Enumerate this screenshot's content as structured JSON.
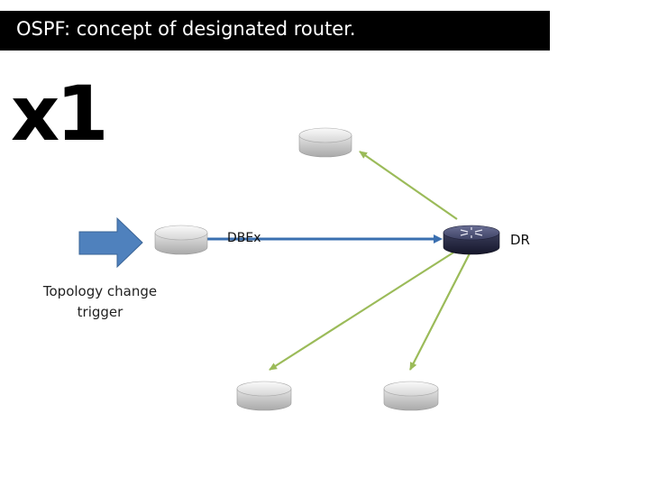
{
  "title": "OSPF: concept of designated router.",
  "multiplier": "x1",
  "trigger_caption": "Topology change trigger",
  "link_label": "DBEx",
  "dr_label": "DR",
  "colors": {
    "title_bar": "#000000",
    "trigger_arrow": "#4f81bd",
    "dbex_link": "#3a6fb0",
    "flood_arrows": "#9bbb59",
    "router": "#c8c8c8",
    "designated_router": "#2d2f4a"
  },
  "nodes": [
    {
      "id": "router-top",
      "role": "router"
    },
    {
      "id": "router-left",
      "role": "router"
    },
    {
      "id": "router-dr",
      "role": "designated-router"
    },
    {
      "id": "router-bottom-left",
      "role": "router"
    },
    {
      "id": "router-bottom-right",
      "role": "router"
    }
  ],
  "edges": [
    {
      "from": "router-left",
      "to": "router-dr",
      "label": "DBEx",
      "type": "database-exchange"
    },
    {
      "from": "router-dr",
      "to": "router-top",
      "type": "flood"
    },
    {
      "from": "router-dr",
      "to": "router-bottom-left",
      "type": "flood"
    },
    {
      "from": "router-dr",
      "to": "router-bottom-right",
      "type": "flood"
    }
  ]
}
